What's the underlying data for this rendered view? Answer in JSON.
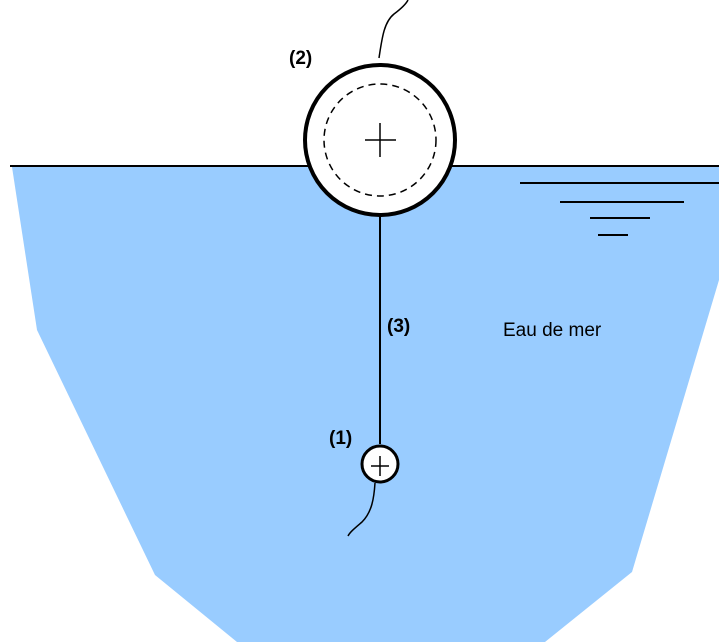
{
  "labels": {
    "float": "(2)",
    "rope": "(3)",
    "weight": "(1)",
    "water": "Eau de mer"
  },
  "colors": {
    "water": "#99ccff",
    "stroke": "#000000",
    "background": "#ffffff"
  }
}
